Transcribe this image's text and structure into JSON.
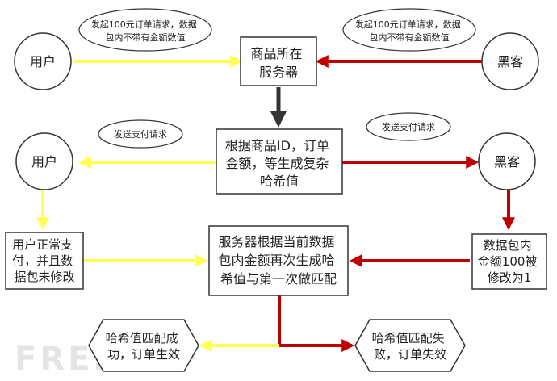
{
  "colors": {
    "user_flow": "#ffff55",
    "hacker_flow": "#c00000",
    "server_flow": "#333333",
    "stroke": "#333333",
    "watermark": "#cfcfcf"
  },
  "nodes": {
    "user_top": "用户",
    "hacker_top": "黑客",
    "server": [
      "商品所在",
      "服务器"
    ],
    "hash_gen": [
      "根据商品ID，订单",
      "金额，等生成复杂",
      "哈希值"
    ],
    "user_mid": "用户",
    "hacker_mid": "黑客",
    "user_normal": [
      "用户正常支",
      "付，并且数",
      "据包未修改"
    ],
    "recompute": [
      "服务器根据当前数据",
      "包内金额再次生成哈",
      "希值与第一次做匹配"
    ],
    "hacker_modify": [
      "数据包内",
      "金额100被",
      "修改为1"
    ],
    "match_ok": [
      "哈希值匹配成",
      "功，订单生效"
    ],
    "match_fail": [
      "哈希值匹配失",
      "败，订单失效"
    ]
  },
  "clouds": {
    "left_top": [
      "发起100元订单请求，数据",
      "包内不带有金额数值"
    ],
    "right_top": [
      "发起100元订单请求，数据",
      "包内不带有金额数值"
    ],
    "left_mid": [
      "发送支付请求"
    ],
    "right_mid": [
      "发送支付请求"
    ]
  },
  "watermark": "FREEBUF"
}
